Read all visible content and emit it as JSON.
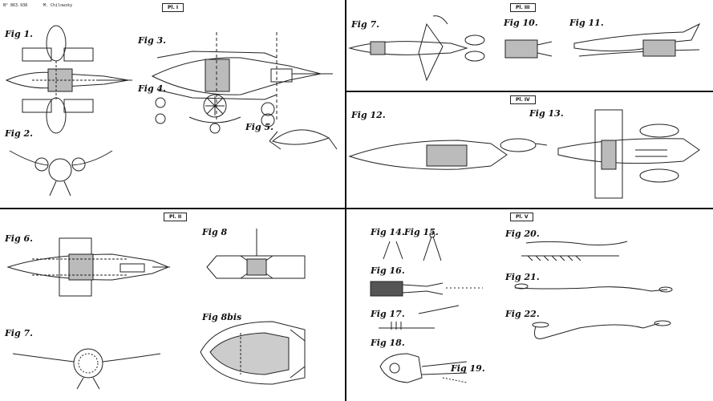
{
  "sheet1": {
    "patent_no": "N° 863.938",
    "inventor": "M. Chilowsky",
    "plate": "Pl. I",
    "figs": [
      "Fig 1.",
      "Fig 2.",
      "Fig 3.",
      "Fig 4.",
      "Fig 5."
    ]
  },
  "sheet2": {
    "plate": "Pl. III",
    "figs": [
      "Fig 7.",
      "Fig 10.",
      "Fig 11."
    ]
  },
  "sheet3": {
    "plate": "Pl. IV",
    "figs": [
      "Fig 12.",
      "Fig 13."
    ]
  },
  "sheet4": {
    "plate": "Pl. II",
    "figs": [
      "Fig 6.",
      "Fig 8",
      "Fig 7.",
      "Fig 8bis"
    ]
  },
  "sheet5": {
    "plate": "Pl. V",
    "figs": [
      "Fig 14.",
      "Fig 15.",
      "Fig 16.",
      "Fig 17.",
      "Fig 18.",
      "Fig 19.",
      "Fig 20.",
      "Fig 21.",
      "Fig 22."
    ]
  }
}
